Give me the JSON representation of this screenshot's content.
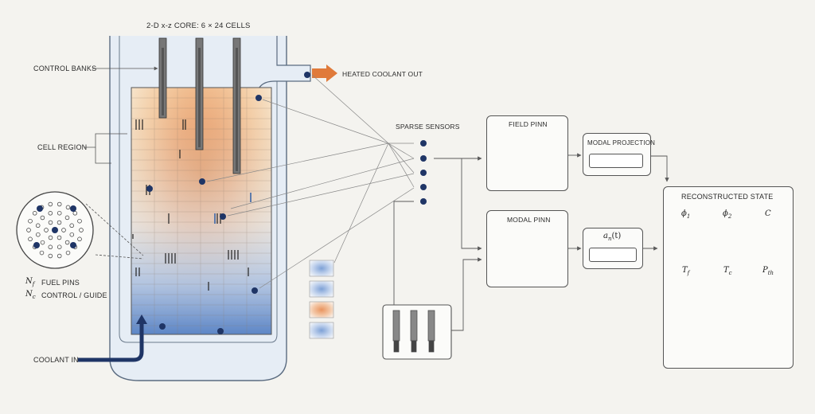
{
  "title": "2-D x-z CORE: 6 × 24 CELLS",
  "labels": {
    "control_banks": "CONTROL BANKS",
    "cell_region": "CELL REGION",
    "heated_coolant_out": "HEATED COOLANT OUT",
    "coolant_in": "COOLANT IN",
    "fuel_pins": "FUEL PINS",
    "control_guide": "CONTROL / GUIDE",
    "nf_symbol": "N",
    "nf_sub": "f",
    "nc_symbol": "N",
    "nc_sub": "c",
    "sparse_sensors": "SPARSE SENSORS"
  },
  "boxes": {
    "field_pinn": "FIELD PINN",
    "modal_pinn": "MODAL PINN",
    "modal_projection": "MODAL PROJECTION",
    "an_t": "a",
    "an_sub": "n",
    "an_arg": "(t)",
    "reconstructed_state": "RECONSTRUCTED STATE"
  },
  "fields": [
    {
      "symbol": "ϕ",
      "sub": "1",
      "palette": "blue"
    },
    {
      "symbol": "ϕ",
      "sub": "2",
      "palette": "lightblue"
    },
    {
      "symbol": "C",
      "sub": "",
      "palette": "orange"
    },
    {
      "symbol": "T",
      "sub": "f",
      "palette": "orange"
    },
    {
      "symbol": "T",
      "sub": "c",
      "palette": "blue"
    },
    {
      "symbol": "P",
      "sub": "th",
      "palette": "orange"
    }
  ],
  "colors": {
    "accent_orange": "#e07a3a",
    "accent_blue": "#2f5fa6",
    "navy": "#1f3566",
    "line": "#5a5a5a"
  }
}
